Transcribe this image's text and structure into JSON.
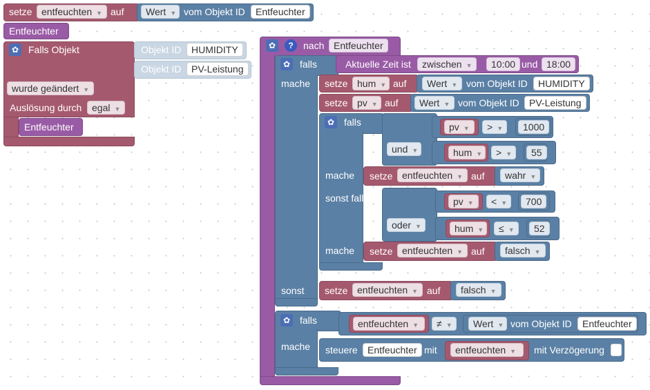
{
  "top": {
    "setze": "setze",
    "var": "entfeuchten",
    "auf": "auf",
    "wert": "Wert",
    "vom": "vom Objekt ID",
    "obj": "Entfeuchter"
  },
  "trigger": {
    "title": "Entfeuchter",
    "falls_objekt": "Falls Objekt",
    "objekt_id": "Objekt ID",
    "obj1": "HUMIDITY",
    "obj2": "PV-Leistung",
    "wurde": "wurde geändert",
    "ausloesung": "Auslösung durch",
    "egal": "egal",
    "inner": "Entfeuchter"
  },
  "main": {
    "nach": "nach",
    "nach_name": "Entfeuchter",
    "falls": "falls",
    "mache": "mache",
    "sonst": "sonst",
    "sonst_falls": "sonst falls",
    "zeit": "Aktuelle Zeit ist",
    "zwischen": "zwischen",
    "t1": "10:00",
    "und_t": "und",
    "t2": "18:00",
    "setze": "setze",
    "auf": "auf",
    "wert": "Wert",
    "vom": "vom Objekt ID",
    "hum": "hum",
    "pv": "pv",
    "obj_hum": "HUMIDITY",
    "obj_pv": "PV-Leistung",
    "und": "und",
    "oder": "oder",
    "gt": ">",
    "lt": "<",
    "le": "≤",
    "neq": "≠",
    "n1000": "1000",
    "n55": "55",
    "n700": "700",
    "n52": "52",
    "entfeuchten": "entfeuchten",
    "wahr": "wahr",
    "falsch": "falsch",
    "entfeuchter": "Entfeuchter",
    "steuere": "steuere",
    "mit": "mit",
    "mit_verz": "mit Verzögerung"
  },
  "colors": {
    "purple": "#995ba5",
    "red": "#a5596f",
    "blue": "#5b80a5",
    "gear": "#4c6eb5"
  }
}
